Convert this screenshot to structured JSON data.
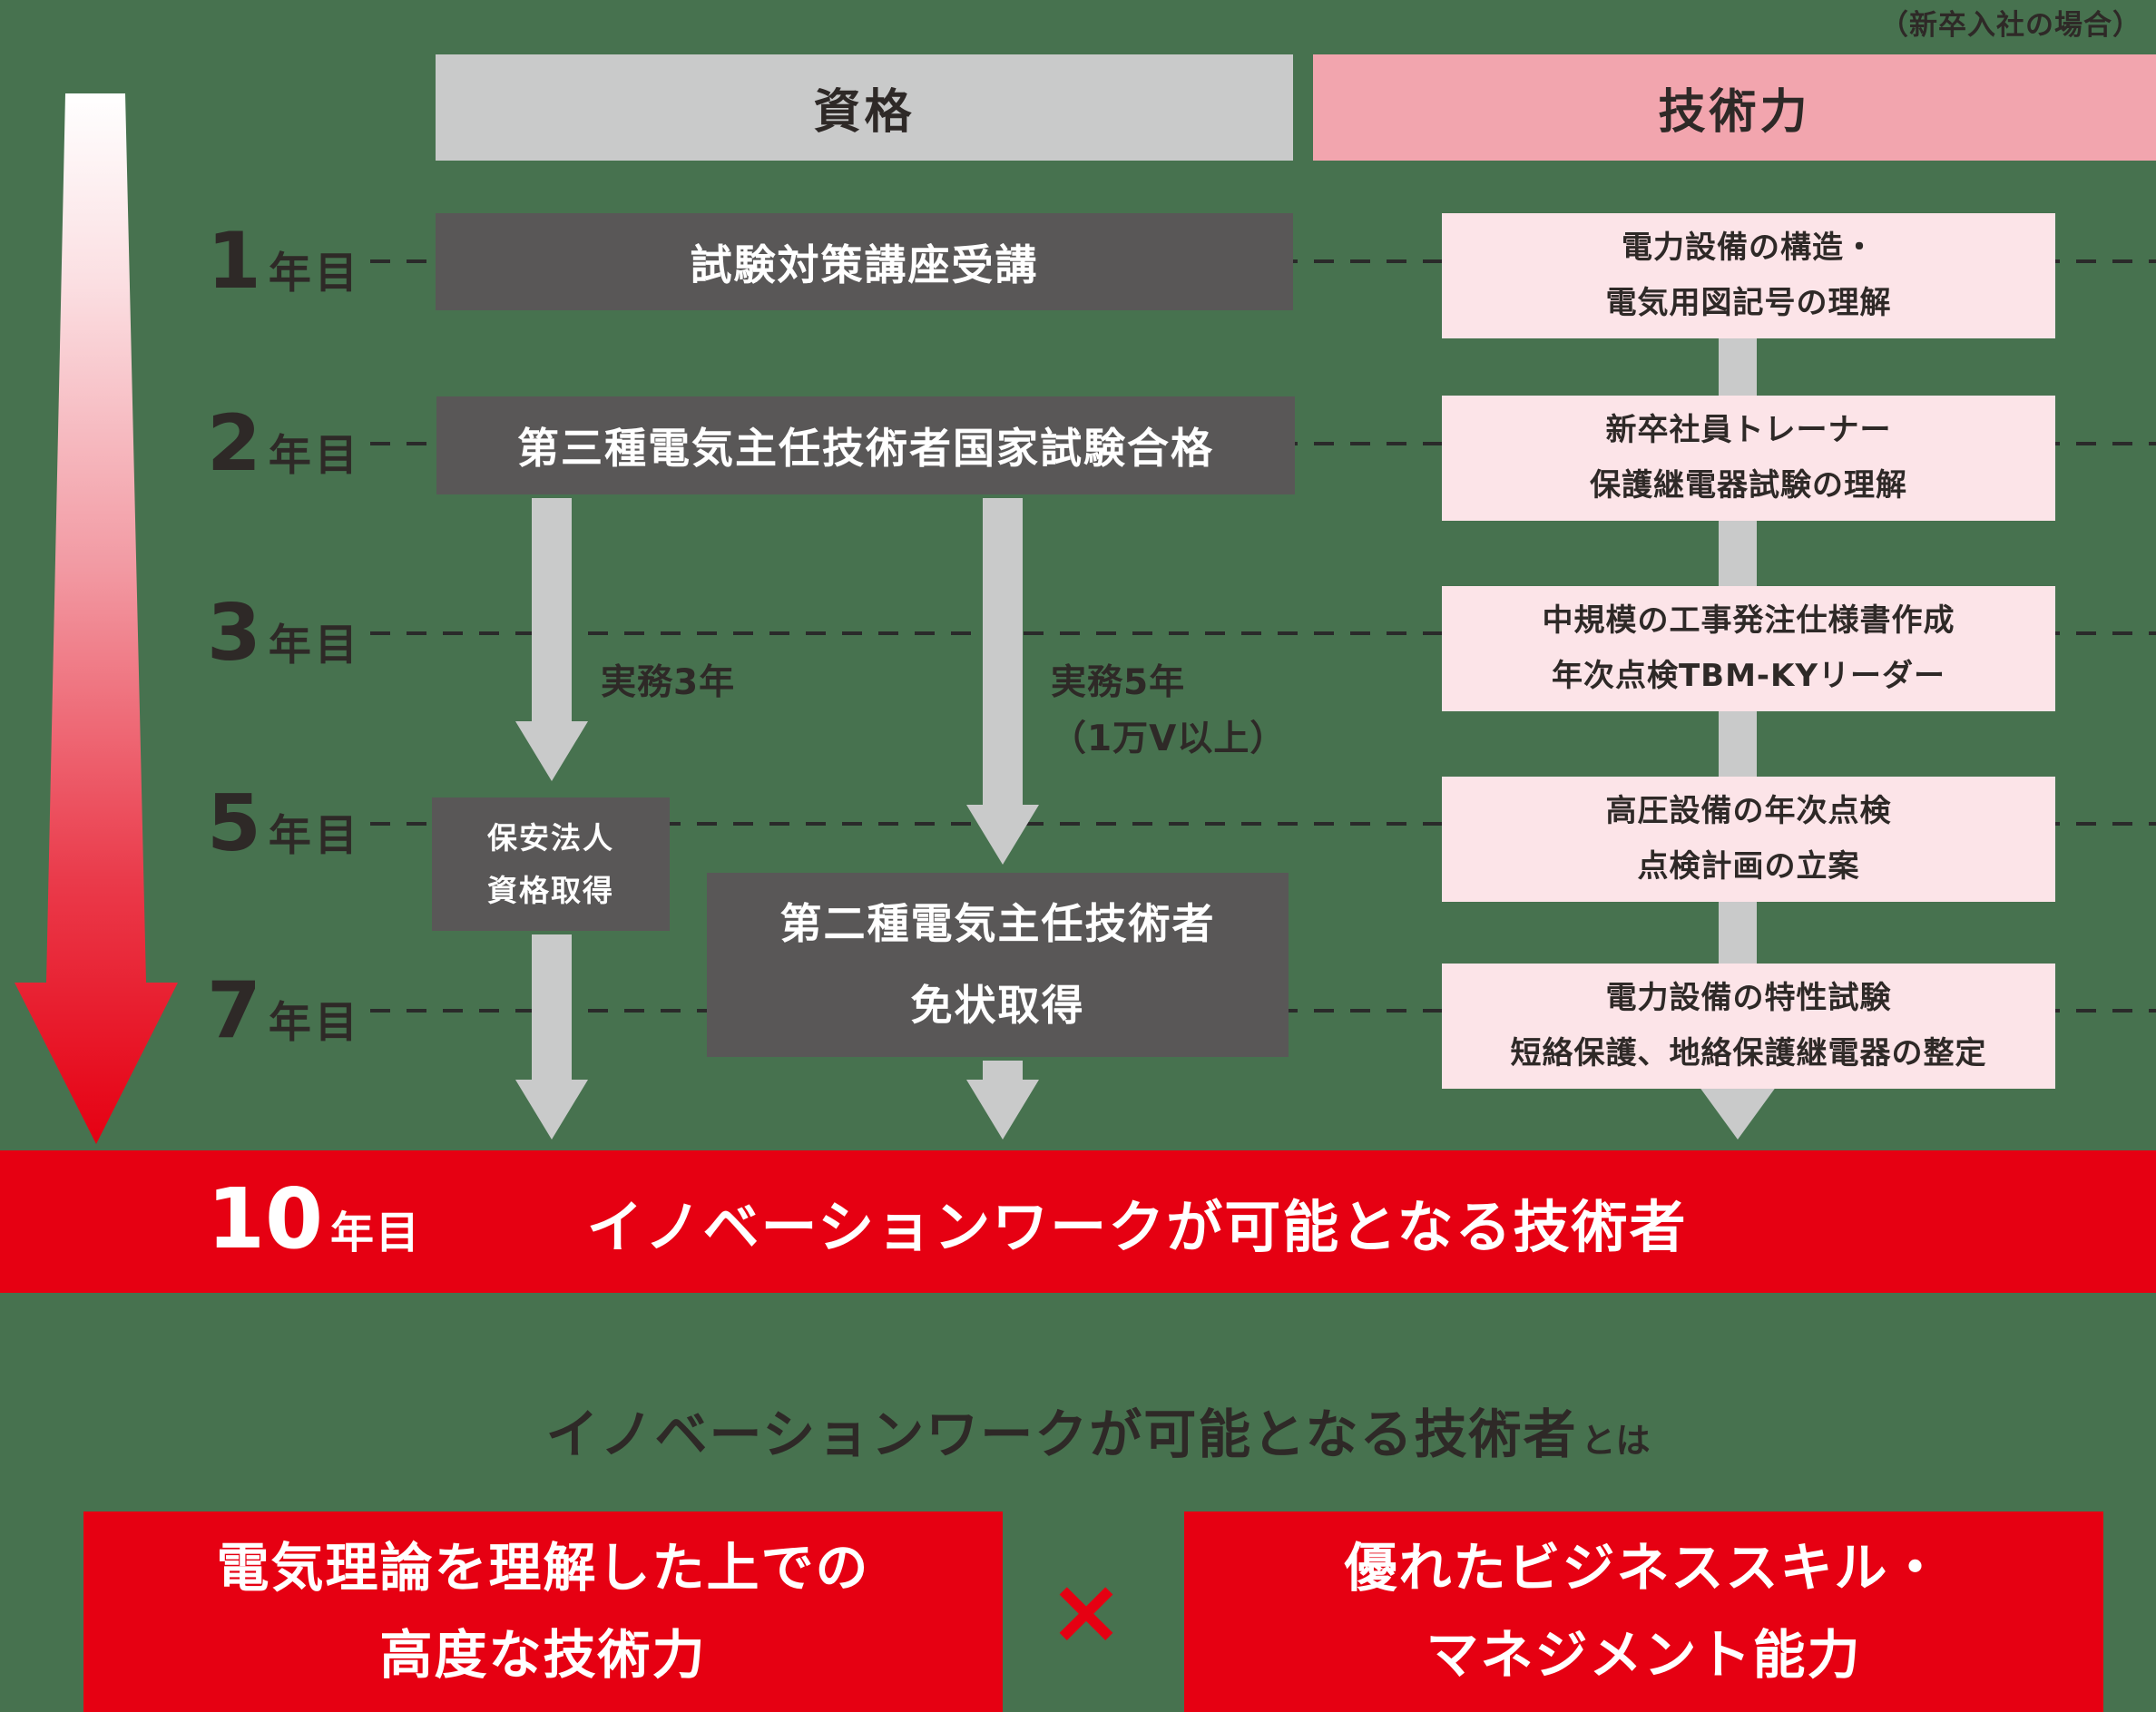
{
  "page": {
    "note_top_right": "（新卒入社の場合）"
  },
  "headers": {
    "qualification": "資格",
    "technical": "技術力"
  },
  "timeline": {
    "years": [
      {
        "num": "1",
        "suffix": "年目"
      },
      {
        "num": "2",
        "suffix": "年目"
      },
      {
        "num": "3",
        "suffix": "年目"
      },
      {
        "num": "5",
        "suffix": "年目"
      },
      {
        "num": "7",
        "suffix": "年目"
      }
    ]
  },
  "qualification": {
    "course_box": "試験対策講座受講",
    "exam3_box": "第三種電気主任技術者国家試験合格",
    "practice3_label": "実務3年",
    "practice5_label_line1": "実務5年",
    "practice5_label_line2": "（1万V以上）",
    "hoan_box": {
      "line1": "保安法人",
      "line2": "資格取得"
    },
    "exam2_box": {
      "line1": "第二種電気主任技術者",
      "line2": "免状取得"
    }
  },
  "technical": {
    "boxes": [
      {
        "line1": "電力設備の構造・",
        "line2": "電気用図記号の理解"
      },
      {
        "line1": "新卒社員トレーナー",
        "line2": "保護継電器試験の理解"
      },
      {
        "line1": "中規模の工事発注仕様書作成",
        "line2": "年次点検TBM-KYリーダー"
      },
      {
        "line1": "高圧設備の年次点検",
        "line2": "点検計画の立案"
      },
      {
        "line1": "電力設備の特性試験",
        "line2": "短絡保護、地絡保護継電器の整定"
      }
    ]
  },
  "banner": {
    "year_num": "10",
    "year_suffix": "年目",
    "text": "イノベーションワークが可能となる技術者"
  },
  "bottom": {
    "title_main": "イノベーションワークが可能となる技術者",
    "title_suffix": "とは",
    "left_box": {
      "line1": "電気理論を理解した上での",
      "line2": "高度な技術力"
    },
    "multiply_sign": "×",
    "right_box": {
      "line1": "優れたビジネススキル・",
      "line2": "マネジメント能力"
    }
  },
  "colors": {
    "background": "#47724f",
    "accent_red": "#e60012",
    "dark_box_gray": "#595757",
    "header_gray": "#c9caca",
    "header_pink": "#f2a5ae",
    "content_pink": "#fce4e8",
    "arrow_gray": "#c9caca",
    "text_dark": "#2e2927"
  }
}
